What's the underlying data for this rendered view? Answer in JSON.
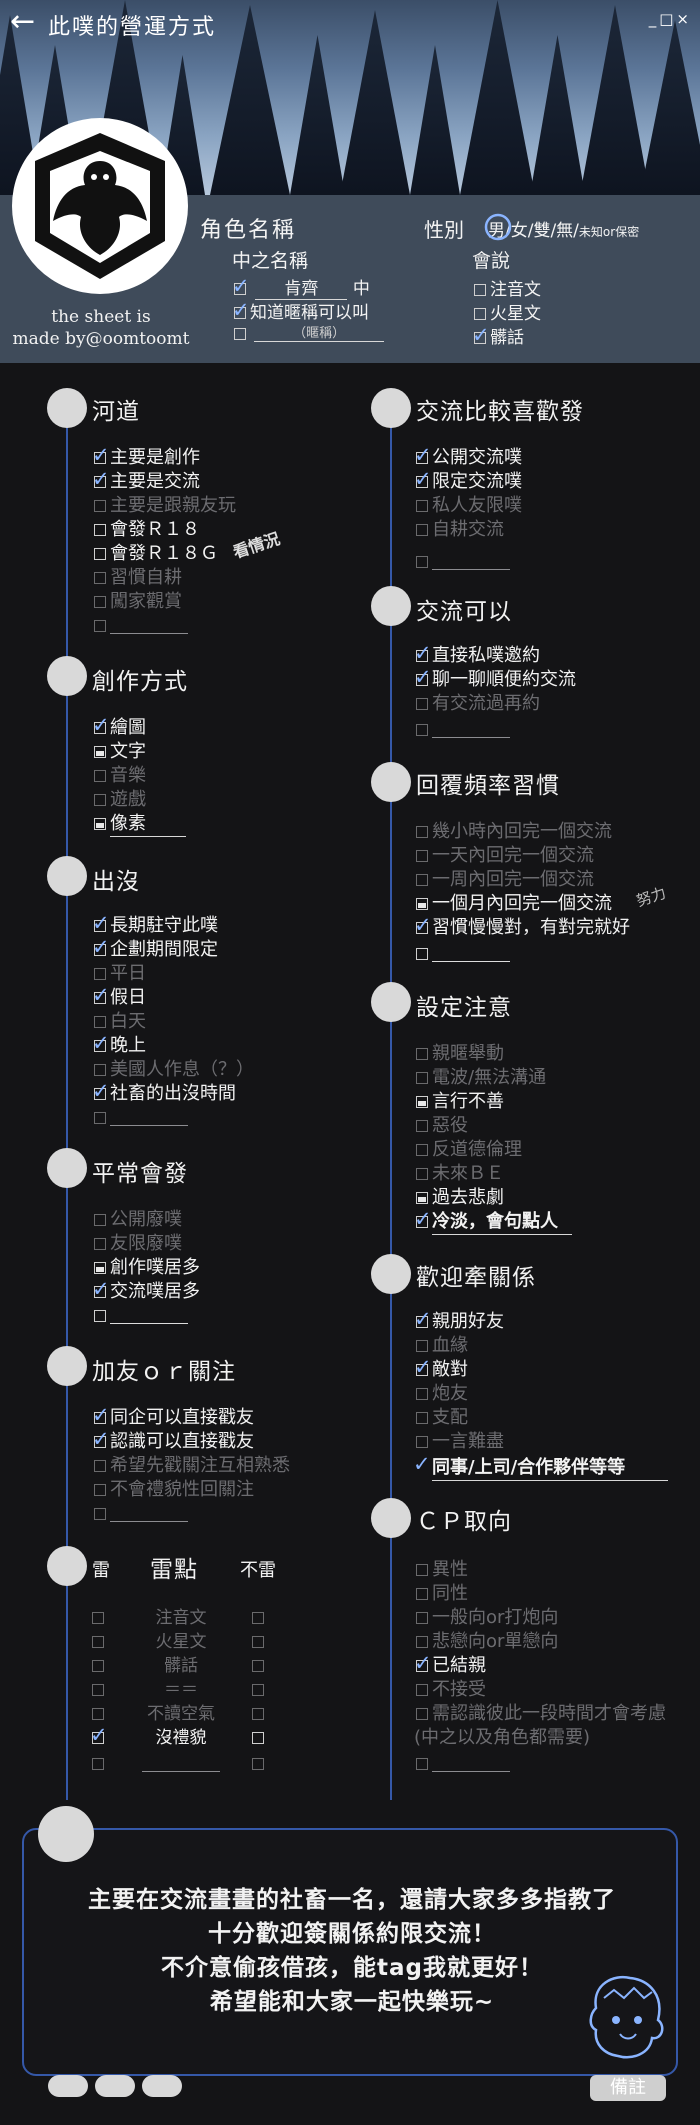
{
  "app": {
    "title": "此噗的營運方式",
    "window_controls": "_ □ ×"
  },
  "profile": {
    "credit_line1": "the sheet is",
    "credit_line2": "made by@oomtoomt",
    "char_name_label": "角色名稱",
    "gender_label": "性別",
    "gender_options": "男/女/雙/無/",
    "gender_unknown": "未知or保密",
    "inner_name_label": "中之名稱",
    "inner_name_value": "肯齊",
    "inner_suffix": "中",
    "nickname_ok": "知道暱稱可以叫",
    "nickname_hint": "（暱稱）",
    "can_speak_label": "會說",
    "speak_options": [
      "注音文",
      "火星文",
      "髒話"
    ]
  },
  "sections": {
    "hedao": {
      "title": "河道",
      "options": [
        "主要是創作",
        "主要是交流",
        "主要是跟親友玩",
        "會發Ｒ１８",
        "會發Ｒ１８Ｇ",
        "習慣自耕",
        "闖家觀賞"
      ],
      "note": "看情況"
    },
    "creation": {
      "title": "創作方式",
      "options": [
        "繪圖",
        "文字",
        "音樂",
        "遊戲",
        "像素"
      ]
    },
    "appear": {
      "title": "出沒",
      "options": [
        "長期駐守此噗",
        "企劃期間限定",
        "平日",
        "假日",
        "白天",
        "晚上",
        "美國人作息（？）",
        "社畜的出沒時間"
      ]
    },
    "usual": {
      "title": "平常會發",
      "options": [
        "公開廢噗",
        "友限廢噗",
        "創作噗居多",
        "交流噗居多"
      ]
    },
    "friend": {
      "title": "加友ｏｒ關注",
      "options": [
        "同企可以直接戳友",
        "認識可以直接戳友",
        "希望先戳關注互相熟悉",
        "不會禮貌性回關注"
      ]
    },
    "mine": {
      "title": "雷點",
      "col_left": "雷",
      "col_right": "不雷",
      "rows": [
        "注音文",
        "火星文",
        "髒話",
        "＝＝",
        "不讀空氣",
        "沒禮貌"
      ]
    },
    "prefer": {
      "title": "交流比較喜歡發",
      "options": [
        "公開交流噗",
        "限定交流噗",
        "私人友限噗",
        "自耕交流"
      ]
    },
    "can": {
      "title": "交流可以",
      "options": [
        "直接私噗邀約",
        "聊一聊順便約交流",
        "有交流過再約"
      ]
    },
    "reply": {
      "title": "回覆頻率習慣",
      "options": [
        "幾小時內回完一個交流",
        "一天內回完一個交流",
        "一周內回完一個交流",
        "一個月內回完一個交流",
        "習慣慢慢對，有對完就好"
      ],
      "note": "努力"
    },
    "settings": {
      "title": "設定注意",
      "options": [
        "親暱舉動",
        "電波/無法溝通",
        "言行不善",
        "惡役",
        "反道德倫理",
        "未來ＢＥ",
        "過去悲劇",
        "冷淡，會句點人"
      ]
    },
    "relations": {
      "title": "歡迎牽關係",
      "options": [
        "親朋好友",
        "血緣",
        "敵對",
        "炮友",
        "支配",
        "一言難盡",
        "同事/上司/合作夥伴等等"
      ]
    },
    "cp": {
      "title": "ＣＰ取向",
      "options": [
        "異性",
        "同性",
        "一般向or打炮向",
        "悲戀向or單戀向",
        "已結親",
        "不接受",
        "需認識彼此一段時間才會考慮",
        "(中之以及角色都需要)"
      ]
    }
  },
  "message": {
    "line1": "主要在交流畫畫的社畜一名，還請大家多多指教了",
    "line2": "十分歡迎簽關係約限交流！",
    "line3": "不介意偷孩借孩，能tag我就更好！",
    "line4": "希望能和大家一起快樂玩~"
  },
  "footer": {
    "remark_label": "備註"
  },
  "colors": {
    "accent": "#3558a8",
    "check": "#8ab4ff",
    "background": "#141416",
    "band": "#3f4b5a"
  }
}
